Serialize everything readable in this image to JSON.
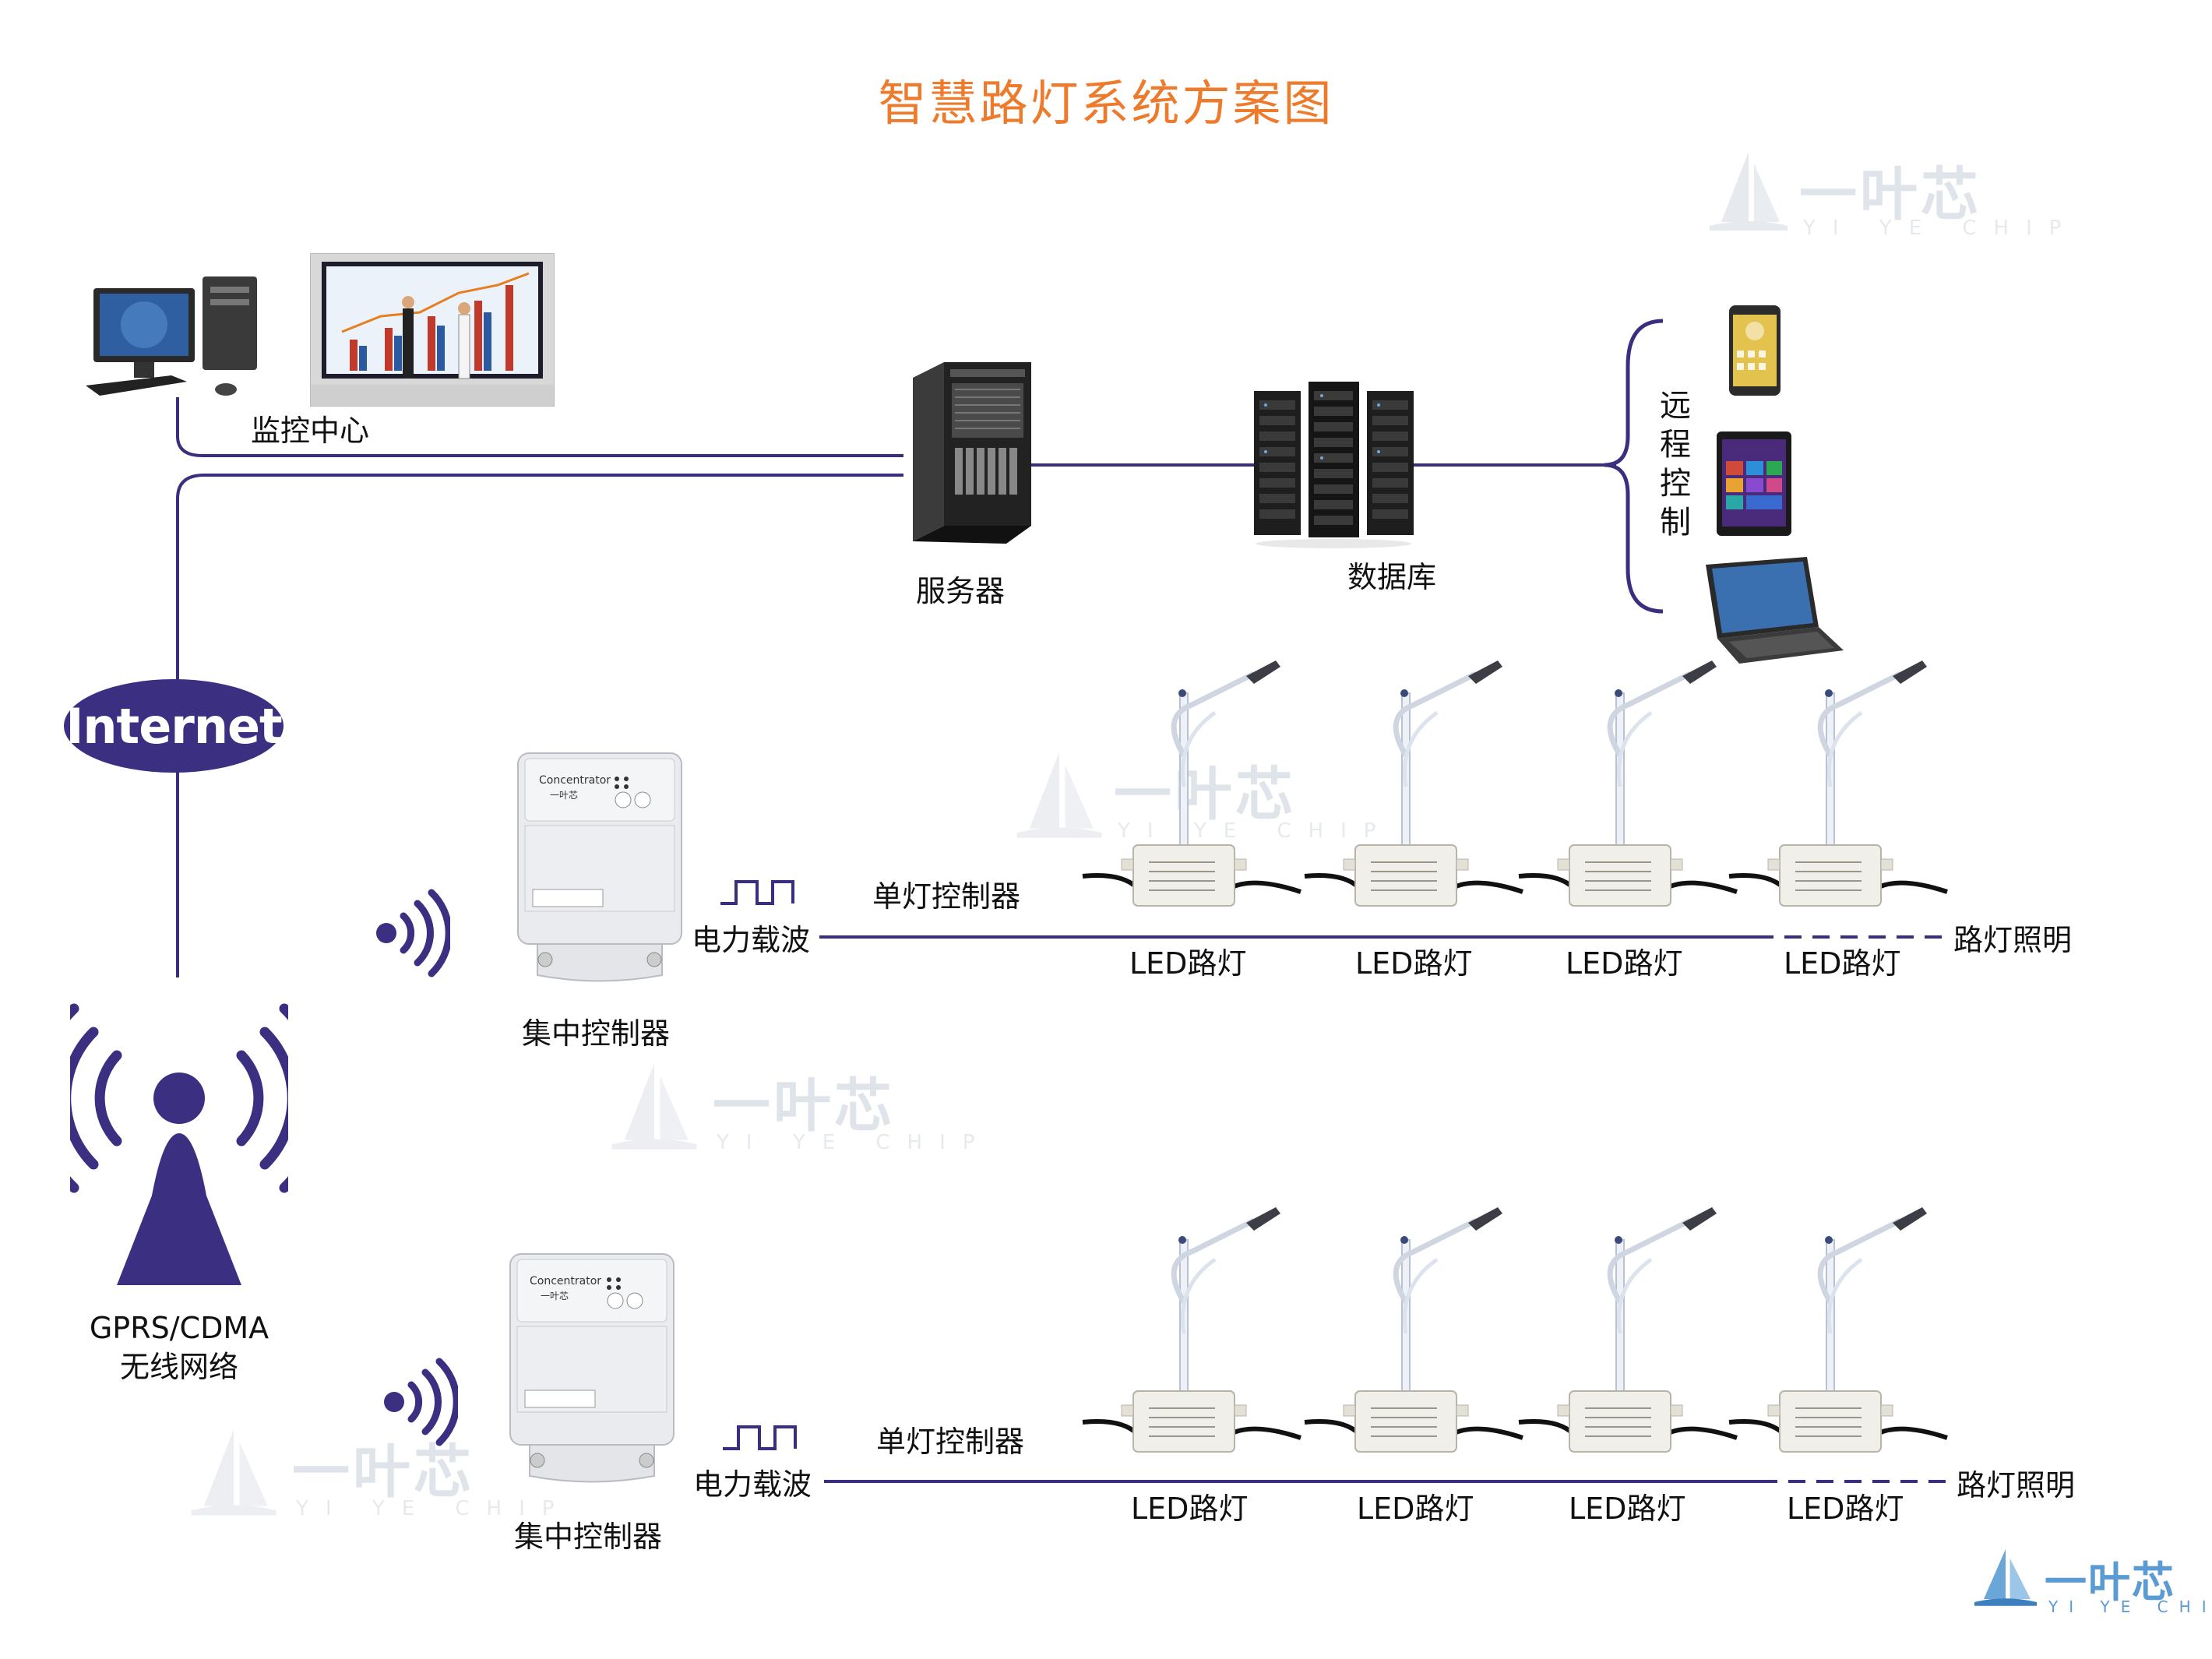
{
  "title": "智慧路灯系统方案图",
  "monitor_center": {
    "label": "监控中心"
  },
  "server": {
    "label": "服务器"
  },
  "database": {
    "label": "数据库"
  },
  "remote_control": {
    "label": "远程控制",
    "chars": [
      "远",
      "程",
      "控",
      "制"
    ]
  },
  "internet": {
    "label": "Internet"
  },
  "wireless": {
    "line1": "GPRS/CDMA",
    "line2": "无线网络"
  },
  "watermark": {
    "brand": "一叶芯",
    "sub": "YI YE CHIP"
  },
  "concentrator_device": {
    "model": "Concentrator",
    "logo": "一叶芯"
  },
  "groups": [
    {
      "concentrator_label": "集中控制器",
      "carrier_label": "电力载波",
      "controller_label": "单灯控制器",
      "lighting_label": "路灯照明",
      "lamps": [
        "LED路灯",
        "LED路灯",
        "LED路灯",
        "LED路灯"
      ]
    },
    {
      "concentrator_label": "集中控制器",
      "carrier_label": "电力载波",
      "controller_label": "单灯控制器",
      "lighting_label": "路灯照明",
      "lamps": [
        "LED路灯",
        "LED路灯",
        "LED路灯",
        "LED路灯"
      ]
    }
  ],
  "colors": {
    "title": "#ee7a2c",
    "line": "#3a2f7e",
    "accent": "#3c2f84"
  }
}
